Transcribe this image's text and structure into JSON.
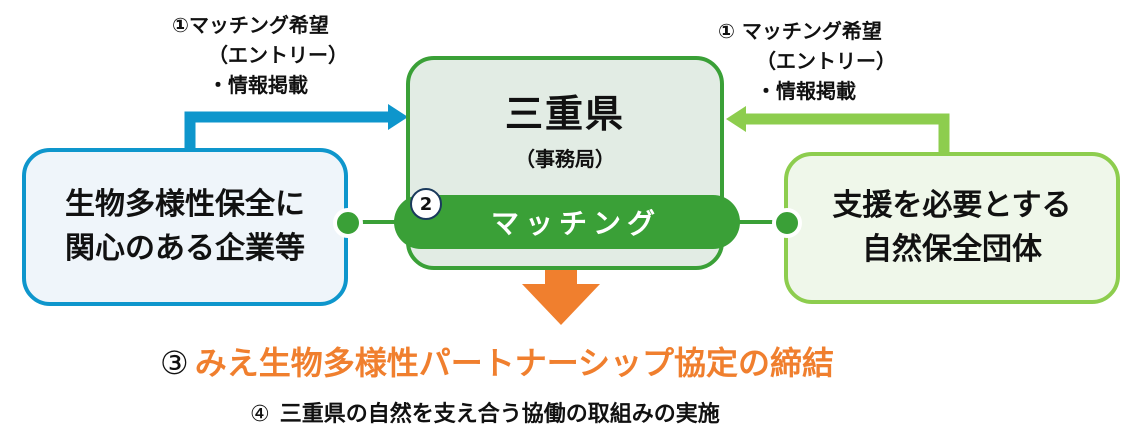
{
  "left_annotation": {
    "number": "①",
    "line1": "マッチング希望",
    "line2": "（エントリー）",
    "line3": "・情報掲載"
  },
  "right_annotation": {
    "number": "①",
    "line1": "マッチング希望",
    "line2": "（エントリー）",
    "line3": "・情報掲載"
  },
  "center_box": {
    "title": "三重県",
    "subtitle": "（事務局）"
  },
  "matching": {
    "number": "2",
    "label": "マッチング"
  },
  "left_box": {
    "line1": "生物多様性保全に",
    "line2": "関心のある企業等"
  },
  "right_box": {
    "line1": "支援を必要とする",
    "line2": "自然保全団体"
  },
  "step3": {
    "number": "③",
    "text": "みえ生物多様性パートナーシップ協定の締結"
  },
  "step4": {
    "number": "④",
    "text": "三重県の自然を支え合う協働の取組みの実施"
  },
  "colors": {
    "blue": "#0e96cc",
    "light_green": "#8dcd4e",
    "green": "#3aa037",
    "orange": "#f07f2e"
  }
}
